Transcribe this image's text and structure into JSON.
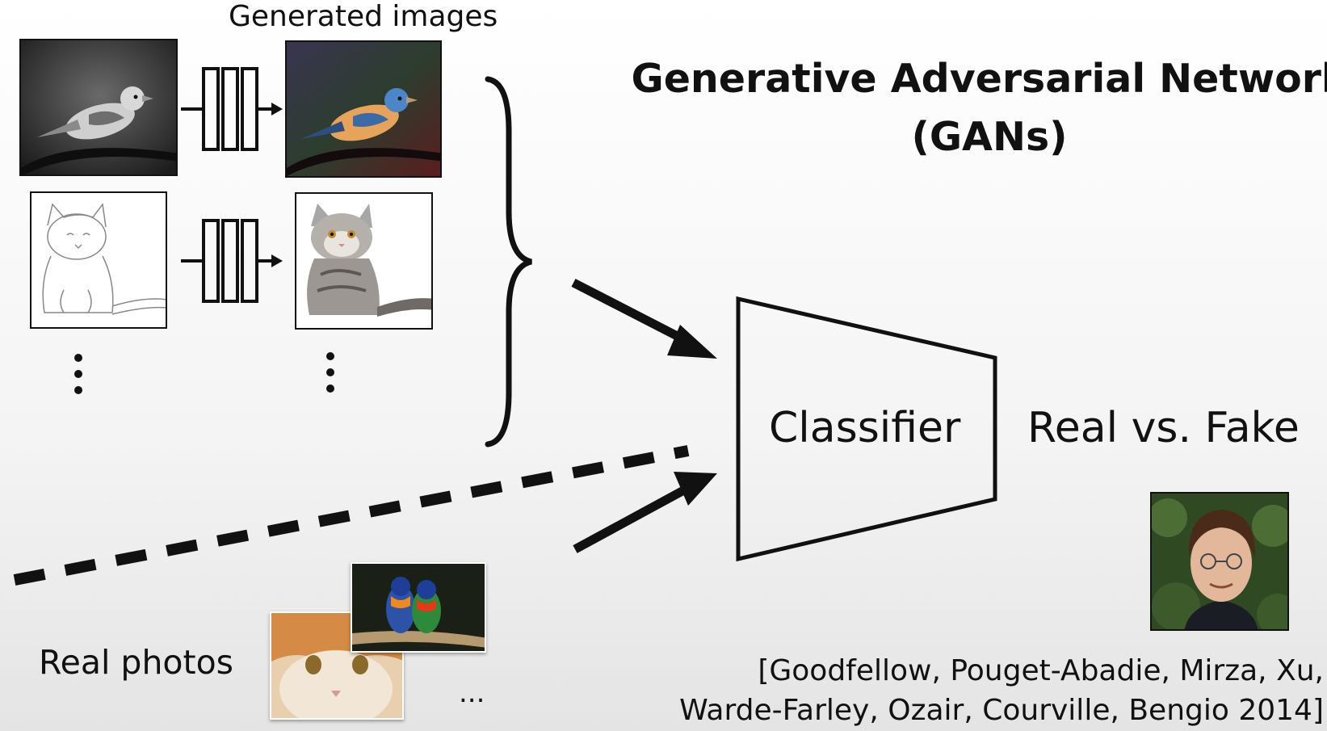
{
  "header": {
    "generated_label": "Generated images",
    "title_line1": "Generative Adversarial Network",
    "title_line2": "(GANs)"
  },
  "diagram": {
    "classifier_label": "Classifier",
    "output_label": "Real vs. Fake",
    "real_photos_label": "Real photos",
    "more_label": "...",
    "citation_line1": "[Goodfellow, Pouget-Abadie, Mirza, Xu,",
    "citation_line2": "Warde-Farley, Ozair, Courville, Bengio 2014]"
  },
  "icons": {
    "generator": "neural-network-icon",
    "arrow": "arrow-icon",
    "brace": "curly-brace-icon",
    "ellipsis": "vertical-ellipsis-icon"
  },
  "colors": {
    "ink": "#111111",
    "background": "#f4f4f4",
    "bird_blue": "#4a86c8",
    "cat_orange": "#d9874a"
  }
}
